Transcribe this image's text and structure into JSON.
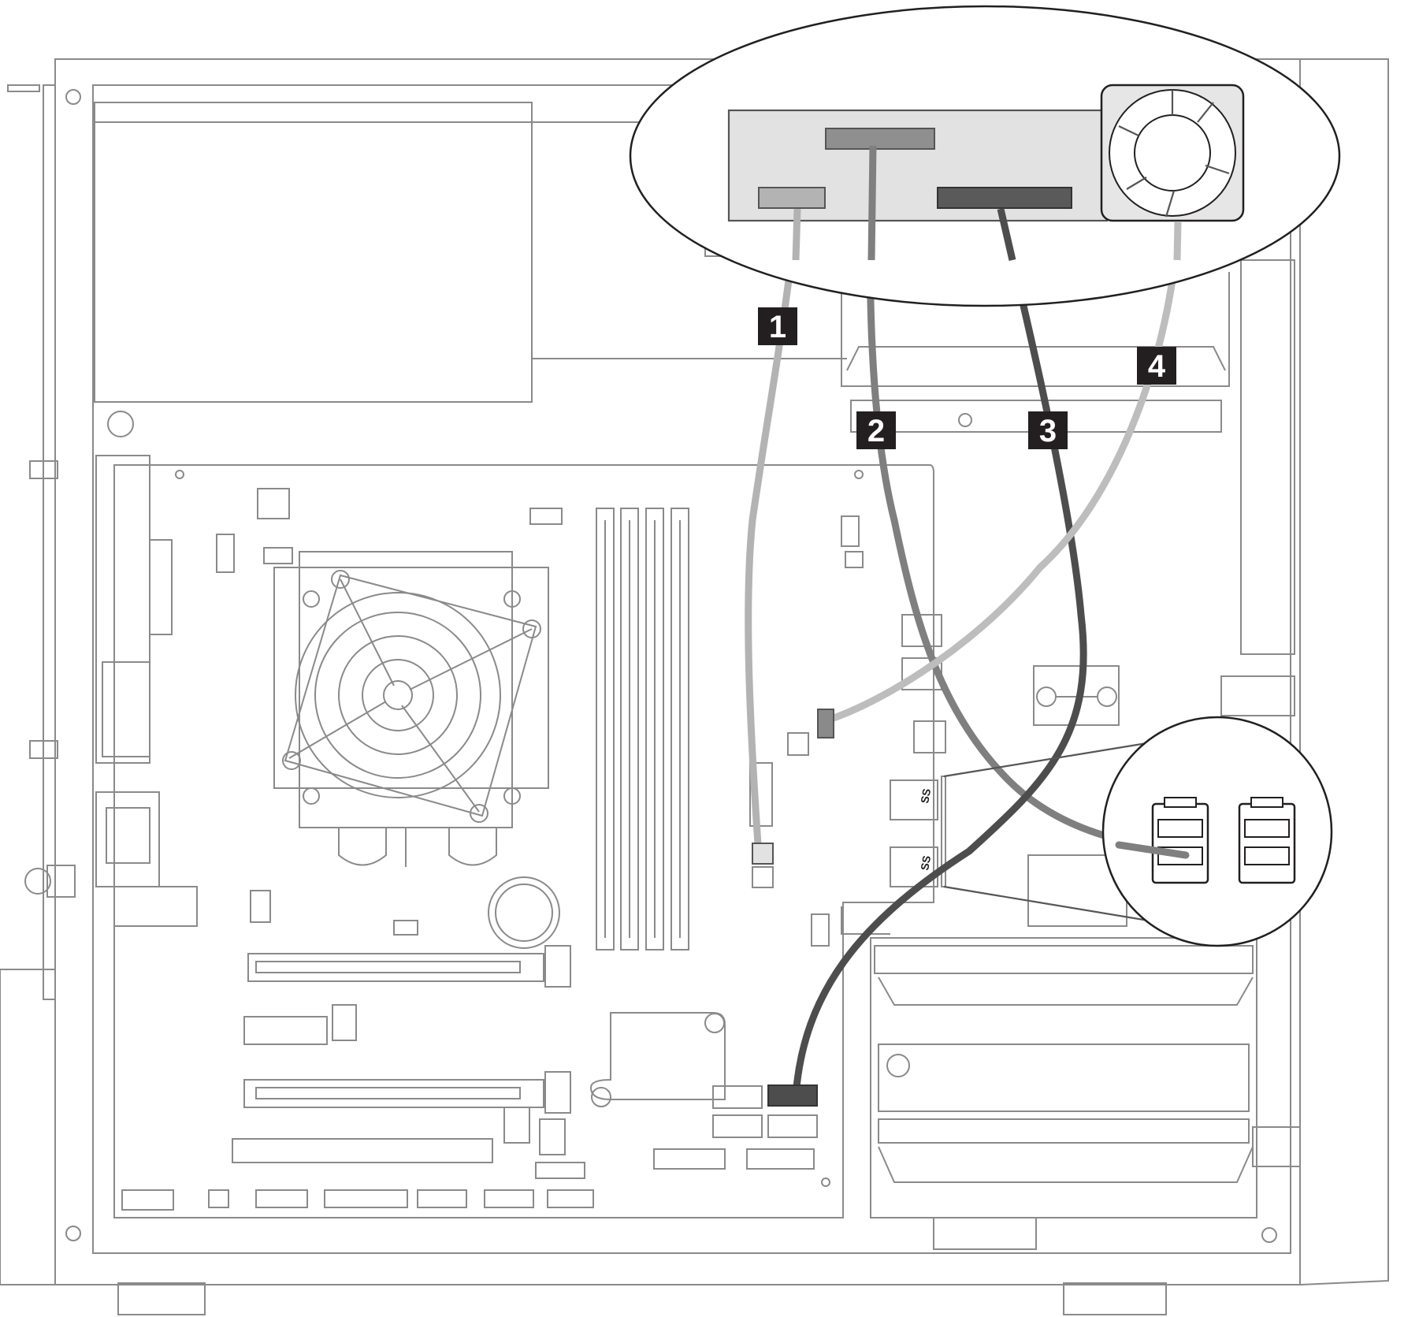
{
  "colors": {
    "cable_1": "#b3b3b3",
    "cable_2": "#7f7f7f",
    "cable_3": "#4d4d4d",
    "cable_4": "#bdbdbd",
    "callout_fill": "#231f20",
    "callout_text": "#ffffff",
    "zoom_panel_fill": "#e2e2e2"
  },
  "callouts": [
    {
      "id": "1",
      "label": "1"
    },
    {
      "id": "2",
      "label": "2"
    },
    {
      "id": "3",
      "label": "3"
    },
    {
      "id": "4",
      "label": "4"
    }
  ],
  "usb_port_label": "SS"
}
